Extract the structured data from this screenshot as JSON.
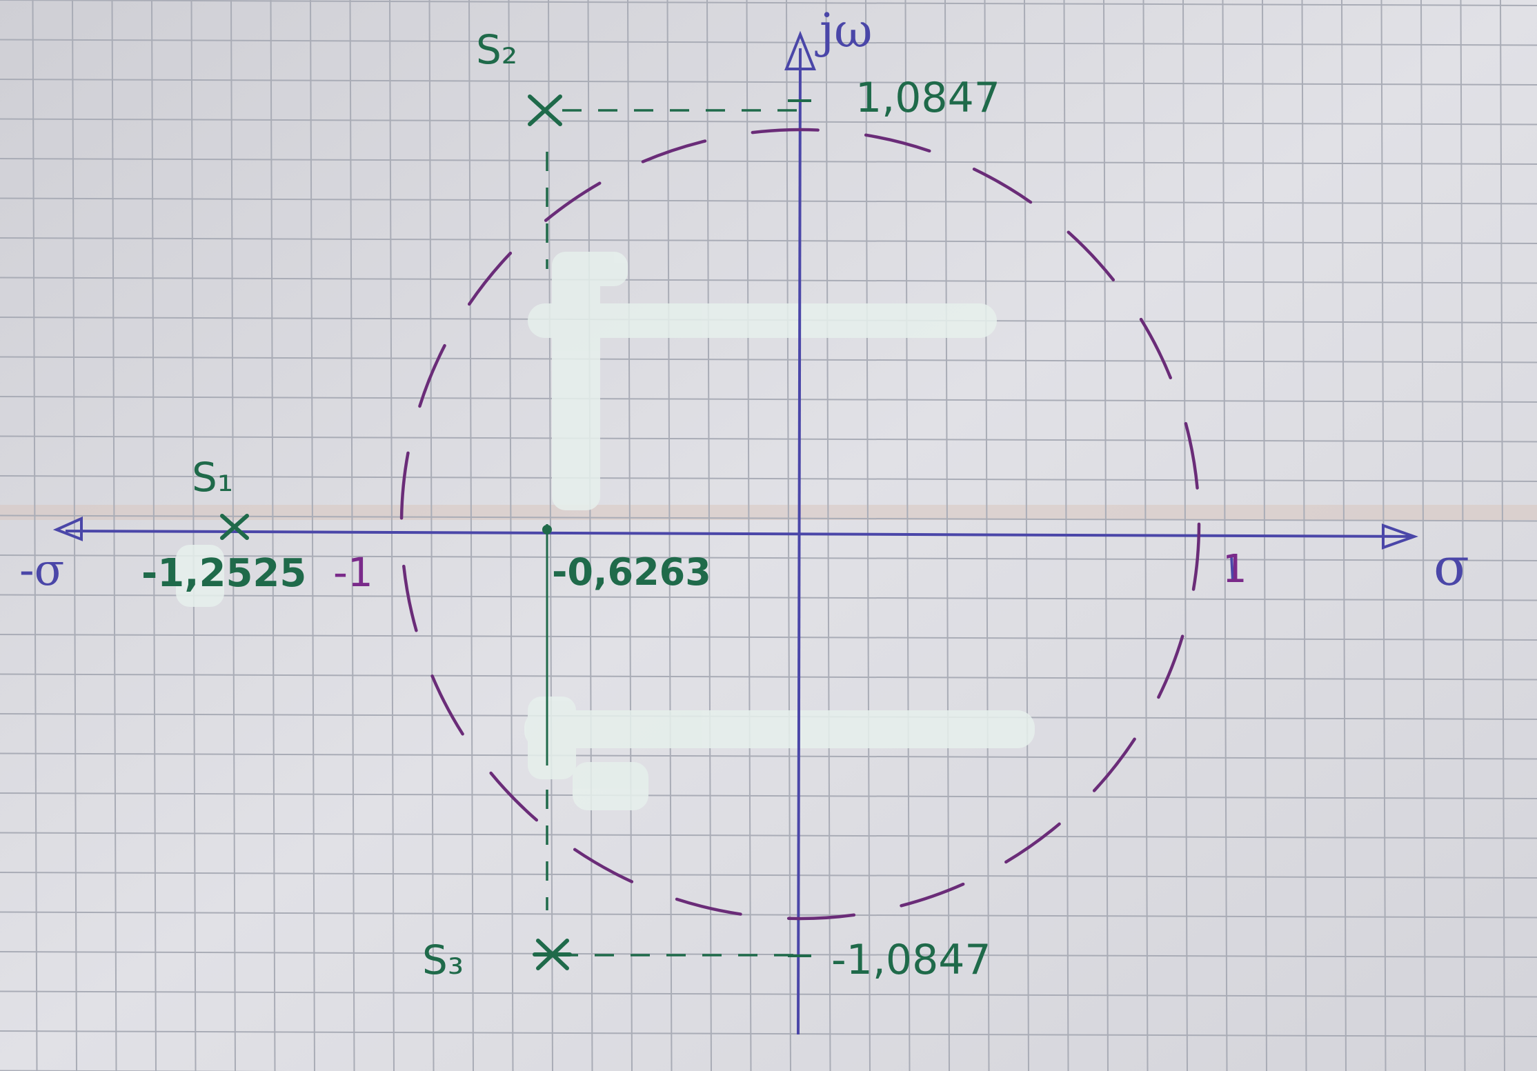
{
  "axes": {
    "imag_label": "jω",
    "real_label": "σ",
    "neg_real_label": "-σ"
  },
  "poles": [
    {
      "name": "S₁",
      "re": -1.2525,
      "im": 0
    },
    {
      "name": "S₂",
      "re": -0.6263,
      "im": 1.0847
    },
    {
      "name": "S₃",
      "re": -0.6263,
      "im": -1.0847
    }
  ],
  "labels": {
    "s1_value": "-1,2525",
    "minus_one": "-1",
    "plus_one": "1",
    "re_value": "-0,6263",
    "im_pos": "1,0847",
    "im_neg": "-1,0847"
  },
  "unit_circle": {
    "radius": 1,
    "style": "dashed"
  },
  "colors": {
    "paper": "#dcdce0",
    "grid": "#a9acb6",
    "axis": "#4a46a8",
    "ink_green": "#1f6a4a",
    "circle": "#6a2c78",
    "correction": "#e6f0ec"
  }
}
